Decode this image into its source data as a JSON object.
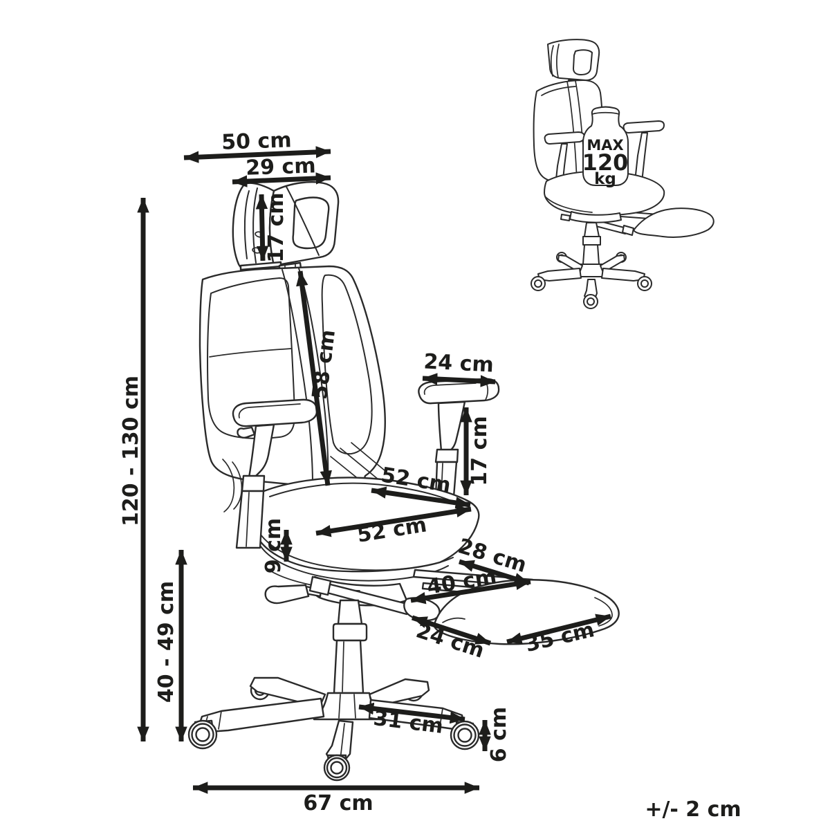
{
  "colors": {
    "ink": "#1d1d1b",
    "background": "#ffffff"
  },
  "dimensions": {
    "headrest_width": "50 cm",
    "headrest_pad_width": "29 cm",
    "headrest_height": "17 cm",
    "total_height": "120 - 130 cm",
    "backrest_height": "58 cm",
    "armrest_pad_length": "24 cm",
    "armrest_height": "17 cm",
    "seat_depth": "52 cm",
    "seat_width": "52 cm",
    "seat_cushion_thickness": "9 cm",
    "seat_height_range": "40 - 49 cm",
    "footrest_link_depth": "28 cm",
    "footrest_reach": "40 cm",
    "footrest_rod_length": "24 cm",
    "footrest_pad_width": "35 cm",
    "base_arm_length": "31 cm",
    "caster_height": "6 cm",
    "base_width": "67 cm"
  },
  "max_weight": {
    "prefix": "MAX",
    "value": "120",
    "unit": "kg"
  },
  "notes": {
    "tolerance": "+/- 2 cm"
  }
}
